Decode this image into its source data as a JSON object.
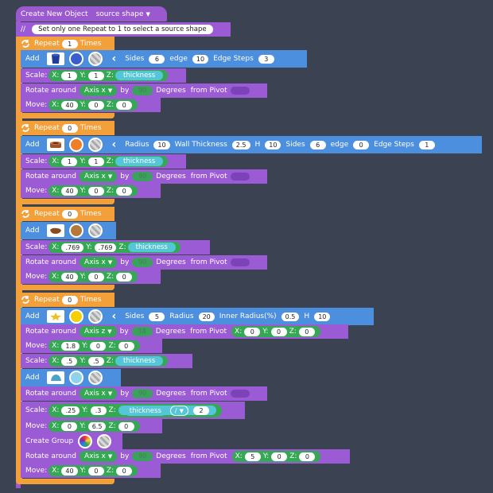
{
  "header": {
    "create_label": "Create New Object",
    "shape_dropdown": "source shape"
  },
  "comment": {
    "marker": "//",
    "text": "Set only one Repeat to 1 to select a source shape"
  },
  "colors": {
    "hat": "#9b59d0",
    "repeat": "#f4a03a",
    "add": "#4c8fdf",
    "transform": "#9b5bd4",
    "value_green": "#35a853",
    "background": "#3b4252"
  },
  "labels": {
    "repeat": "Repeat",
    "times": "Times",
    "add": "Add",
    "scale": "Scale:",
    "rotate": "Rotate around",
    "by": "by",
    "degrees": "Degrees",
    "from_pivot": "from Pivot",
    "move": "Move:",
    "x": "X:",
    "y": "Y:",
    "z": "Z:",
    "thickness": "thickness",
    "create_group": "Create Group"
  },
  "groups": [
    {
      "repeat": "1",
      "add": {
        "icon": "cylinder-icon",
        "color": "#3a5fcd",
        "params": [
          {
            "label": "Sides",
            "value": "6"
          },
          {
            "label": "edge",
            "value": "10"
          },
          {
            "label": "Edge Steps",
            "value": "3"
          }
        ]
      },
      "scale": {
        "x": "1",
        "y": "1"
      },
      "rotate": {
        "axis": "Axis x",
        "deg": "90"
      },
      "move": {
        "x": "40",
        "y": "0",
        "z": "0"
      }
    },
    {
      "repeat": "0",
      "add": {
        "icon": "tube-icon",
        "color": "#f07e26",
        "params": [
          {
            "label": "Radius",
            "value": "10"
          },
          {
            "label": "Wall Thickness",
            "value": "2.5"
          },
          {
            "label": "H",
            "value": "10"
          },
          {
            "label": "Sides",
            "value": "6"
          },
          {
            "label": "edge",
            "value": "0"
          },
          {
            "label": "Edge Steps",
            "value": "1"
          }
        ]
      },
      "scale": {
        "x": "1",
        "y": "1"
      },
      "rotate": {
        "axis": "Axis x",
        "deg": "90"
      },
      "move": {
        "x": "40",
        "y": "0",
        "z": "0"
      }
    },
    {
      "repeat": "0",
      "add": {
        "icon": "rock-icon",
        "color": "#b5793e"
      },
      "scale": {
        "x": ".769",
        "y": ".769"
      },
      "rotate": {
        "axis": "Axis x",
        "deg": "90"
      },
      "move": {
        "x": "40",
        "y": "0",
        "z": "0"
      }
    },
    {
      "repeat": "0",
      "add": {
        "icon": "star-icon",
        "color": "#f5d000",
        "params": [
          {
            "label": "Sides",
            "value": "5"
          },
          {
            "label": "Radius",
            "value": "20"
          },
          {
            "label": "Inner Radius(%)",
            "value": "0.5"
          },
          {
            "label": "H",
            "value": "10"
          }
        ]
      },
      "rotate1": {
        "axis": "Axis z",
        "deg": "18",
        "pivot": {
          "x": "0",
          "y": "0",
          "z": "0"
        }
      },
      "move1": {
        "x": "1.8",
        "y": "0",
        "z": "0"
      },
      "scale1": {
        "x": ".5",
        "y": ".5"
      },
      "add2": {
        "icon": "cap-icon",
        "color": "#8fd3ea"
      },
      "rotate2": {
        "axis": "Axis x",
        "deg": "90"
      },
      "scale2": {
        "x": ".25",
        "y": ".3",
        "op": "/",
        "divisor": "2"
      },
      "move2": {
        "x": "0",
        "y": "6.5",
        "z": "0"
      },
      "rotate3": {
        "axis": "Axis x",
        "deg": "90",
        "pivot": {
          "x": "5",
          "y": "0",
          "z": "0"
        }
      },
      "move3": {
        "x": "40",
        "y": "0",
        "z": "0"
      }
    }
  ]
}
